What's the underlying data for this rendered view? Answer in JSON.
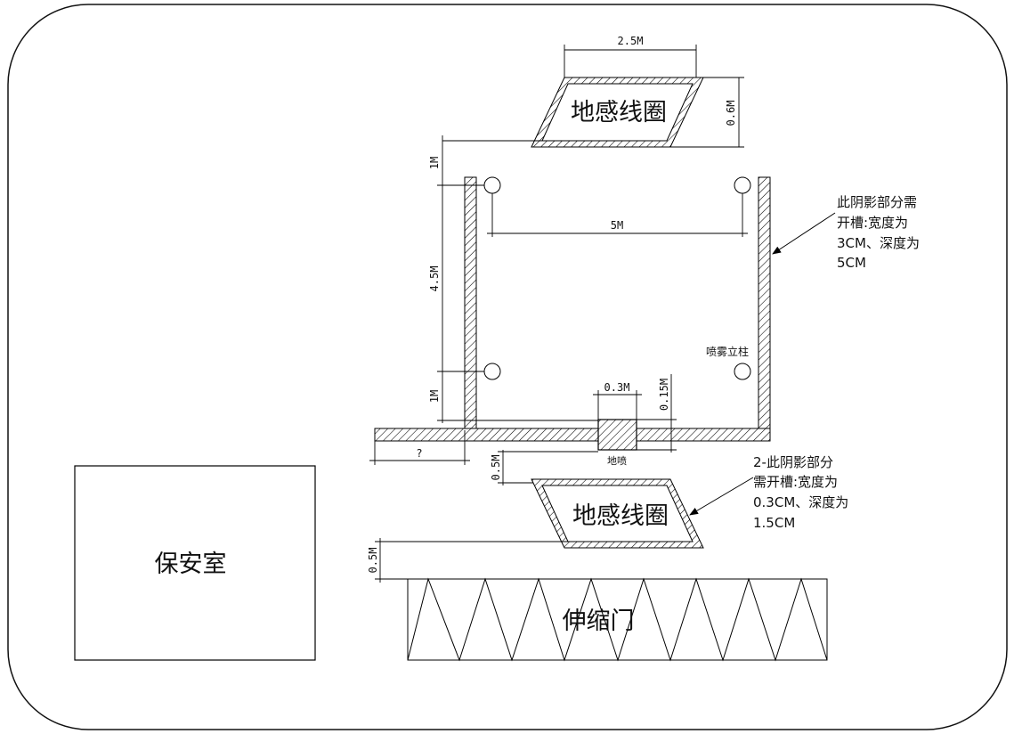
{
  "labels": {
    "loop_top": "地感线圈",
    "loop_bottom": "地感线圈",
    "guard_room": "保安室",
    "gate": "伸缩门",
    "spray_pillar": "喷雾立柱",
    "ground_spray": "地喷"
  },
  "dimensions": {
    "loop_width": "2.5M",
    "loop_height": "0.6M",
    "offset_top": "1M",
    "side_span": "4.5M",
    "offset_bottom": "1M",
    "pillar_gap": "5M",
    "spray_width": "0.3M",
    "spray_depth": "0.15M",
    "unknown": "?",
    "to_loop": "0.5M",
    "to_gate": "0.5M"
  },
  "notes": {
    "note1": [
      "此阴影部分需",
      "开槽:宽度为",
      "3CM、深度为",
      "5CM"
    ],
    "note2": [
      "2-此阴影部分",
      "需开槽:宽度为",
      "0.3CM、深度为",
      "1.5CM"
    ]
  }
}
